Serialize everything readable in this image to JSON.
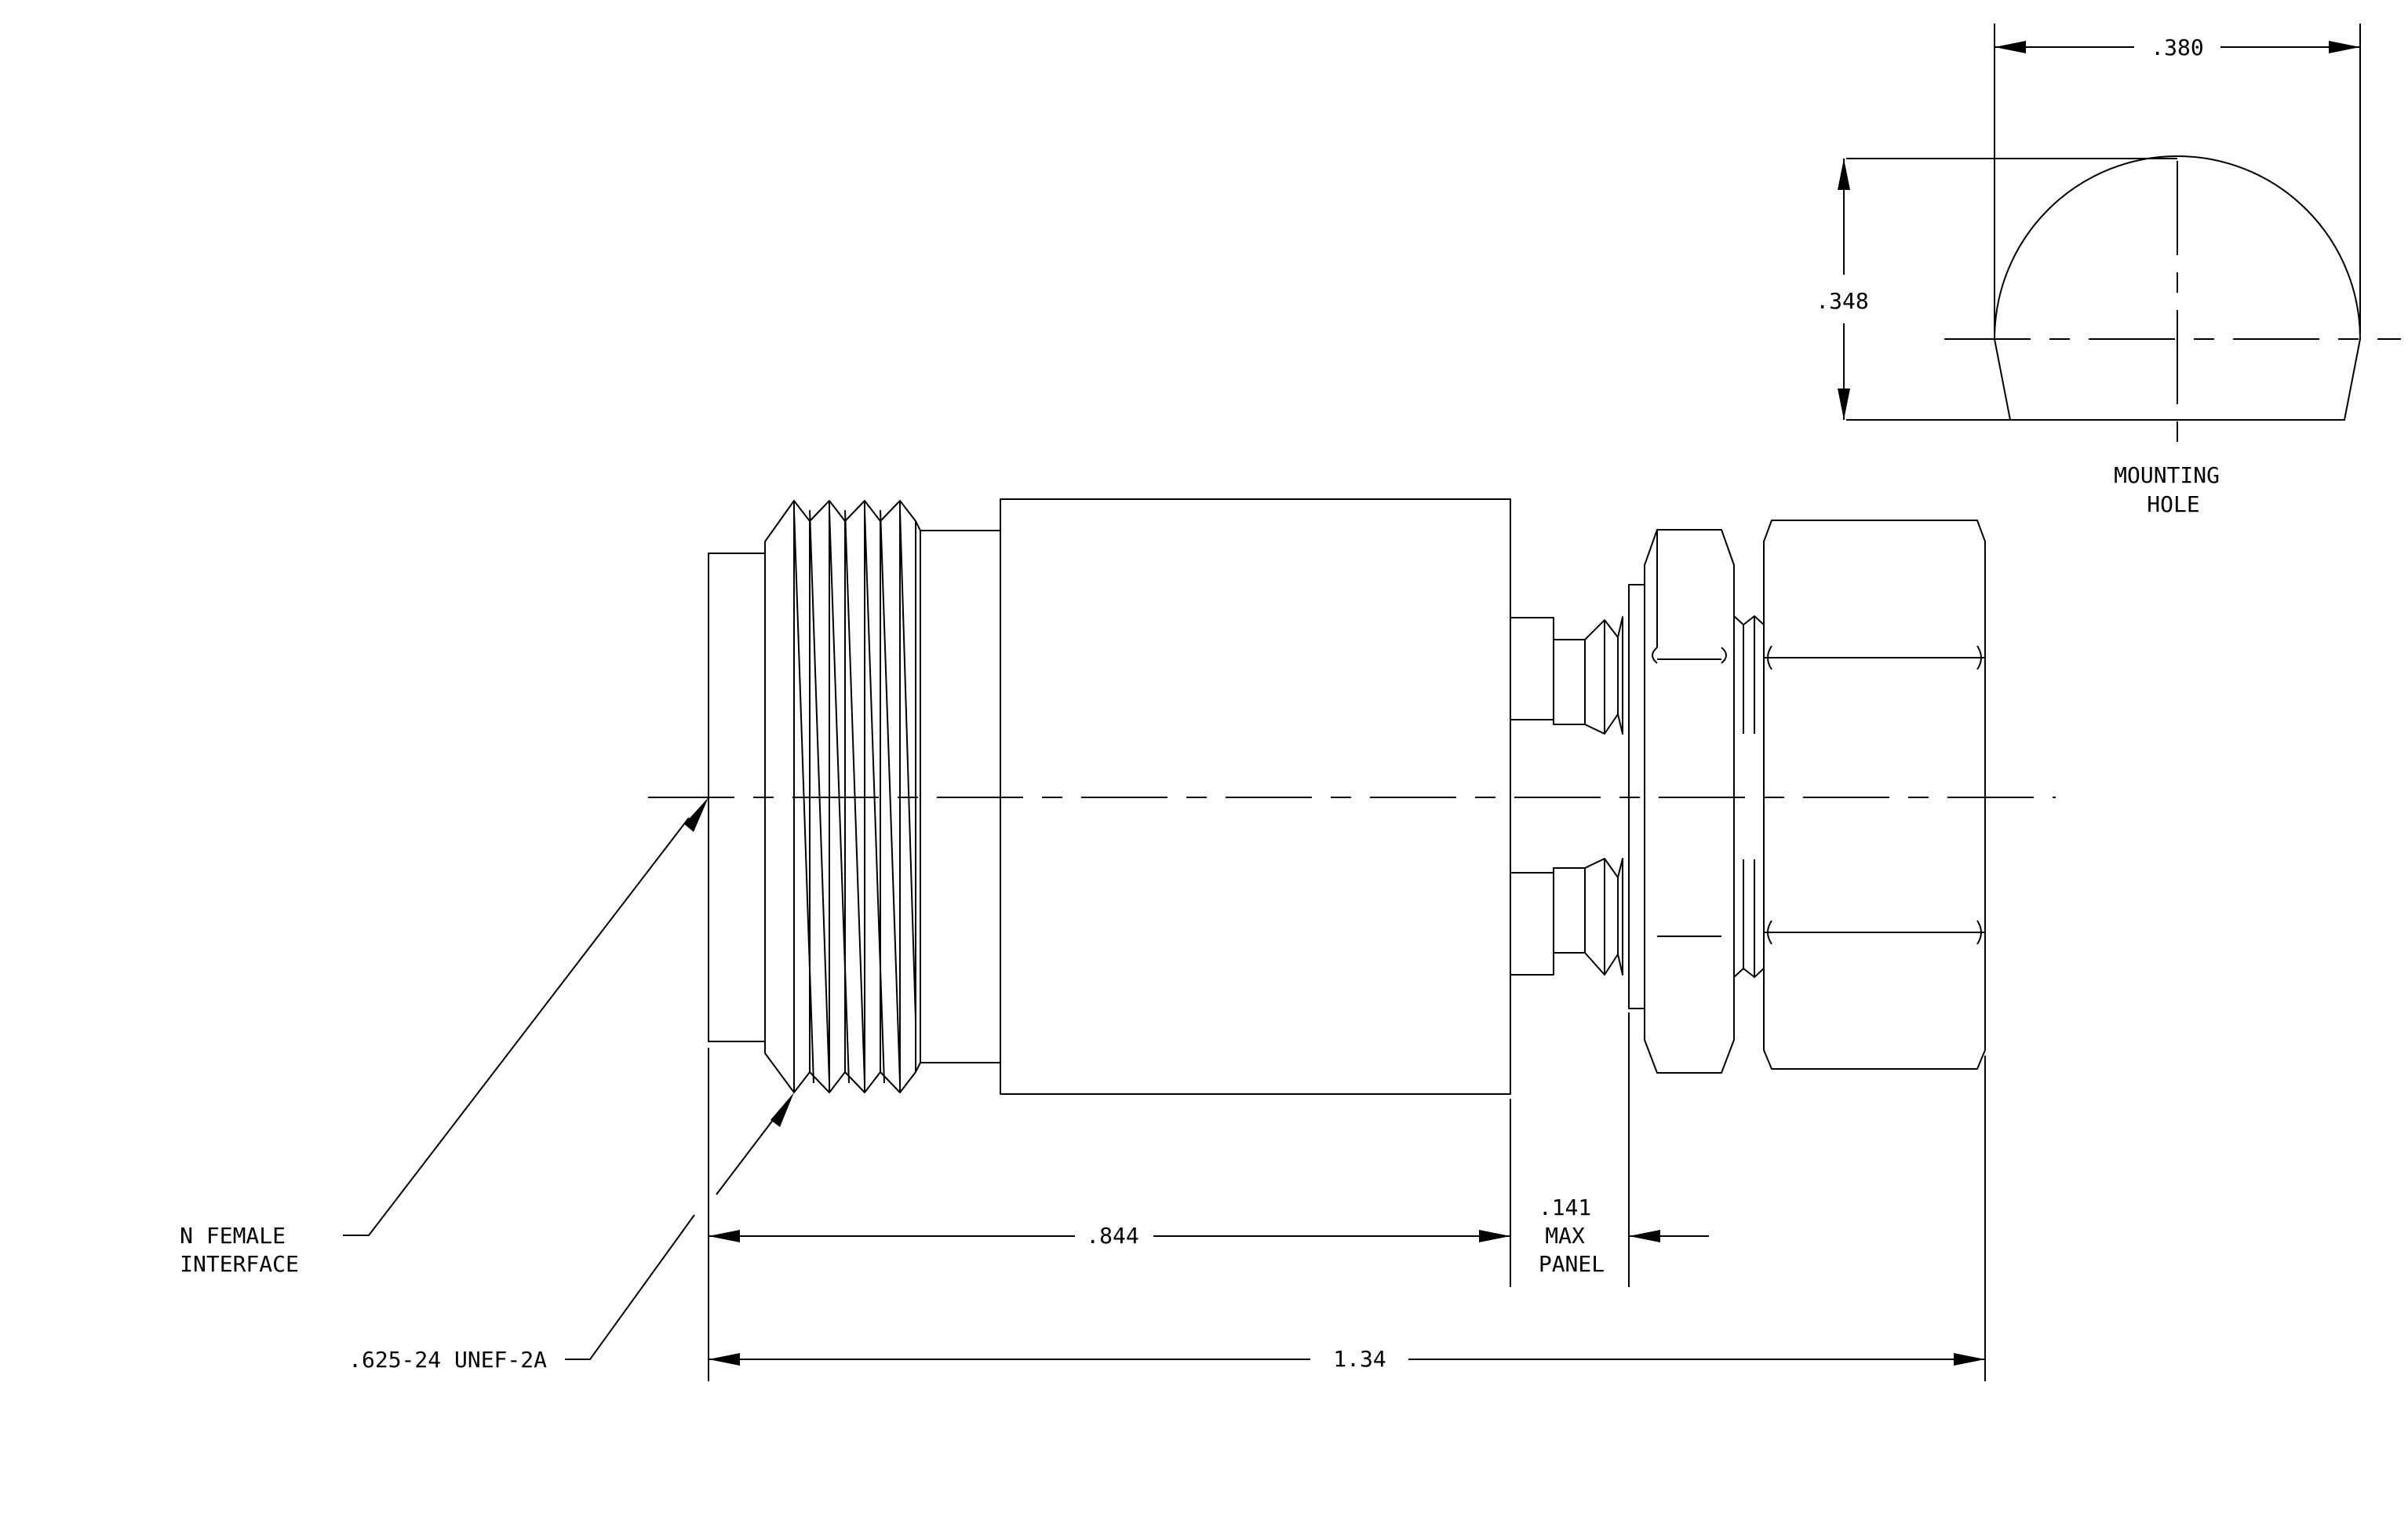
{
  "drawing": {
    "mounting_hole_label": {
      "line1": "MOUNTING",
      "line2": "HOLE"
    },
    "dimensions": {
      "hole_width": ".380",
      "hole_height": ".348",
      "body_length": ".844",
      "panel": {
        "line1": ".141",
        "line2": "MAX",
        "line3": "PANEL"
      },
      "overall_length": "1.34"
    },
    "callouts": {
      "interface": {
        "line1": "N FEMALE",
        "line2": "INTERFACE"
      },
      "thread": ".625-24 UNEF-2A"
    }
  }
}
